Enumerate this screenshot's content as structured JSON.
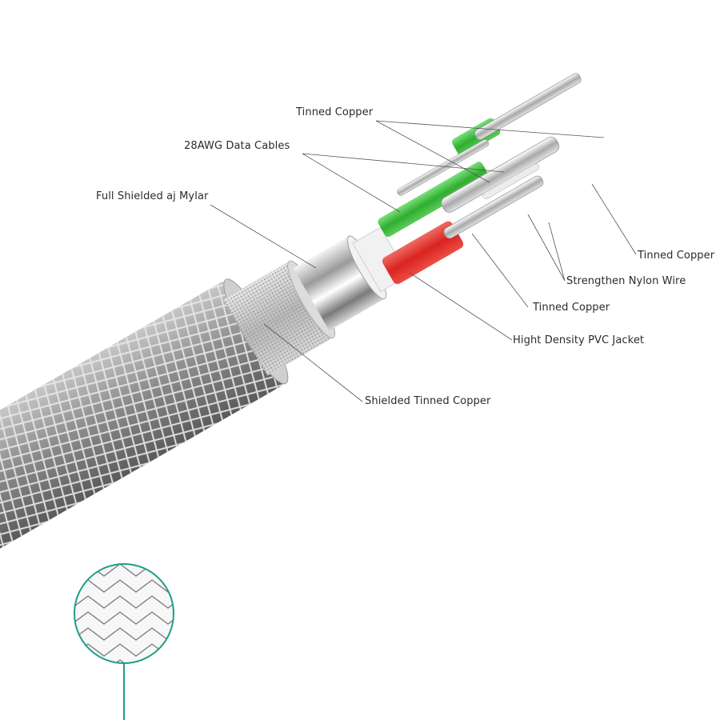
{
  "labels": {
    "tinned_copper_top": "Tinned Copper",
    "data_cables": "28AWG Data Cables",
    "mylar": "Full Shielded aj Mylar",
    "tinned_copper_right": "Tinned Copper",
    "nylon_wire": "Strengthen Nylon Wire",
    "tinned_copper_mid": "Tinned Copper",
    "pvc_jacket": "Hight Density PVC Jacket",
    "shielded_copper": "Shielded Tinned Copper"
  },
  "caption": "",
  "colors": {
    "braid": "#8a8a8a",
    "green_core": "#3fbf3f",
    "red_core": "#e0332f",
    "teal_accent": "#1e9e86",
    "leader_line": "#555555"
  },
  "icons": [
    "braid-weave-icon"
  ]
}
